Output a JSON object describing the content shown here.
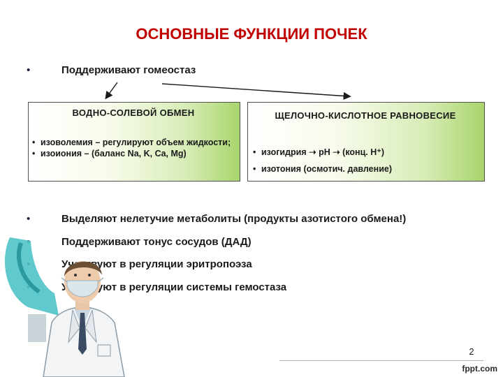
{
  "slide": {
    "title": "ОСНОВНЫЕ ФУНКЦИИ ПОЧЕК",
    "bullet_glyph": "•",
    "intro": "Поддерживают гомеостаз",
    "boxes": [
      {
        "title": "ВОДНО-СОЛЕВОЙ ОБМЕН",
        "lines": [
          "изоволемия – регулируют объем жидкости;",
          "изоиония – (баланс Na, K, Ca, Mg)"
        ]
      },
      {
        "title": "ЩЕЛОЧНО-КИСЛОТНОЕ РАВНОВЕСИЕ",
        "lines": [
          "изогидрия ➝ pH ➝ (конц. H⁺)",
          "изотония (осмотич. давление)"
        ]
      }
    ],
    "bullets": [
      "Выделяют нелетучие метаболиты (продукты азотистого обмена!)",
      "Поддерживают тонус сосудов (ДАД)",
      "Участвуют в регуляции эритропоэза",
      "Участвуют в регуляции системы гемостаза"
    ],
    "page_number": "2",
    "site": "fppt.com",
    "colors": {
      "title": "#c00000",
      "box_gradient_end": "#a9d46c",
      "chair": "#4ec3c8"
    },
    "illustration": "doctor-at-dental-chair"
  }
}
